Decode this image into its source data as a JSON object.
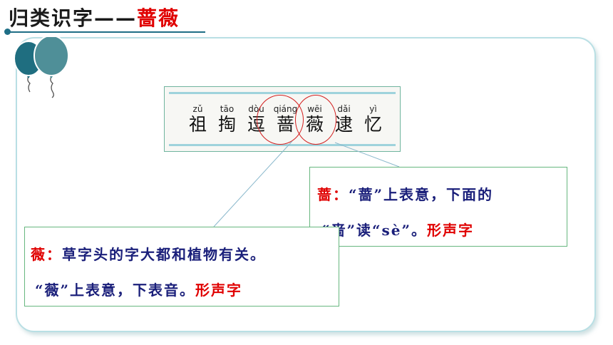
{
  "title": {
    "main": "归类识字——",
    "highlight": "蔷薇"
  },
  "textbook_row": {
    "items": [
      {
        "pinyin": "zǔ",
        "hanzi": "祖"
      },
      {
        "pinyin": "tāo",
        "hanzi": "掏"
      },
      {
        "pinyin": "dòu",
        "hanzi": "逗"
      },
      {
        "pinyin": "qiáng",
        "hanzi": "蔷"
      },
      {
        "pinyin": "wēi",
        "hanzi": "薇"
      },
      {
        "pinyin": "dǎi",
        "hanzi": "逮"
      },
      {
        "pinyin": "yì",
        "hanzi": "忆"
      }
    ]
  },
  "callout_qiang": {
    "head": "蔷：",
    "line1": "“蔷”上表意，下面的",
    "line2": "“啬”读“sè”。",
    "tag": "形声字"
  },
  "callout_wei": {
    "head": "薇：",
    "line1": "草字头的字大都和植物有关。",
    "line2": "“薇”上表意，下表音。",
    "tag": "形声字"
  },
  "colors": {
    "accent": "#1e6e86",
    "red": "#e00000",
    "navy": "#1a1f7a",
    "frame": "#b9dfe4"
  }
}
